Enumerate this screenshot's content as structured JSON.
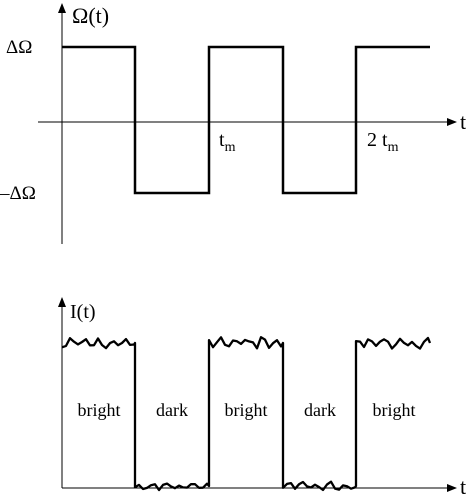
{
  "top_plot": {
    "y_axis_label": "Ω(t)",
    "x_axis_label": "t",
    "pos_level_label": "ΔΩ",
    "neg_level_label": "–ΔΩ",
    "tick_1_base": "t",
    "tick_1_sub": "m",
    "tick_2_base": "2 t",
    "tick_2_sub": "m"
  },
  "bottom_plot": {
    "y_axis_label": "I(t)",
    "x_axis_label": "t",
    "segments": [
      "bright",
      "dark",
      "bright",
      "dark",
      "bright"
    ]
  }
}
